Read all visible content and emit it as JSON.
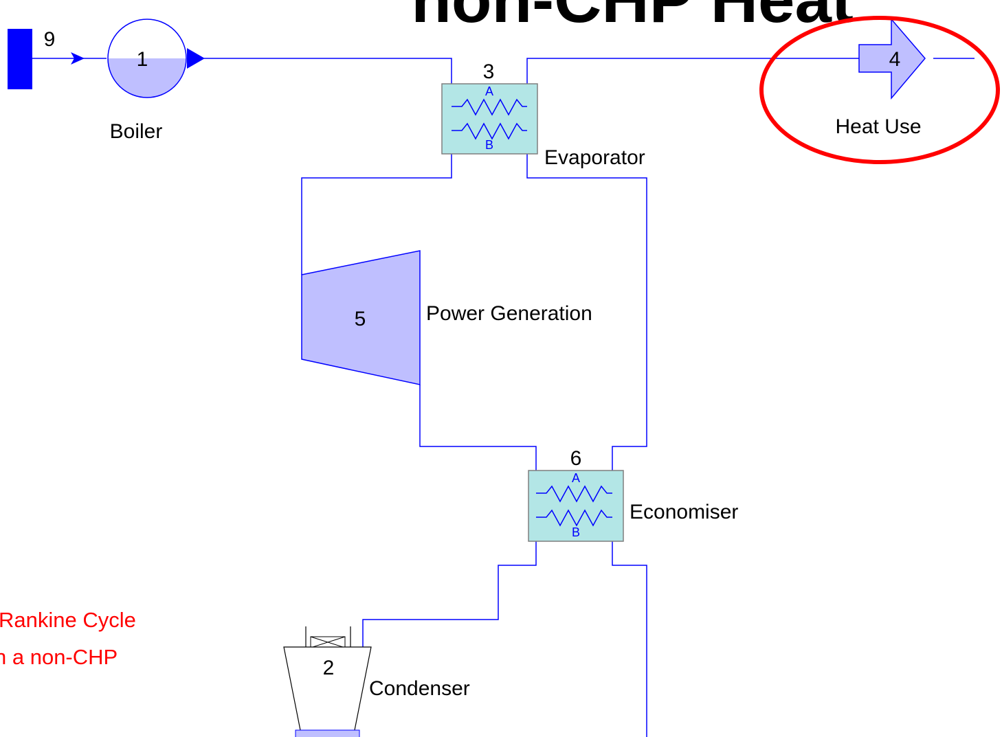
{
  "slide": {
    "title_fragment": "non-CHP Heat",
    "caption_lines": [
      "Rankine Cycle",
      "n a non-CHP"
    ]
  },
  "components": {
    "source": {
      "number": "9"
    },
    "boiler": {
      "number": "1",
      "label": "Boiler"
    },
    "evaporator": {
      "number": "3",
      "label": "Evaporator",
      "side_a": "A",
      "side_b": "B"
    },
    "heat_use": {
      "number": "4",
      "label": "Heat Use"
    },
    "power_generation": {
      "number": "5",
      "label": "Power Generation"
    },
    "economiser": {
      "number": "6",
      "label": "Economiser",
      "side_a": "A",
      "side_b": "B"
    },
    "condenser": {
      "number": "2",
      "label": "Condenser"
    }
  },
  "colors": {
    "pipe": "#0000ff",
    "component_fill": "#bfbfff",
    "exchanger_fill": "#b3e6e6",
    "highlight": "#ff0000",
    "source_fill": "#0000ff"
  }
}
